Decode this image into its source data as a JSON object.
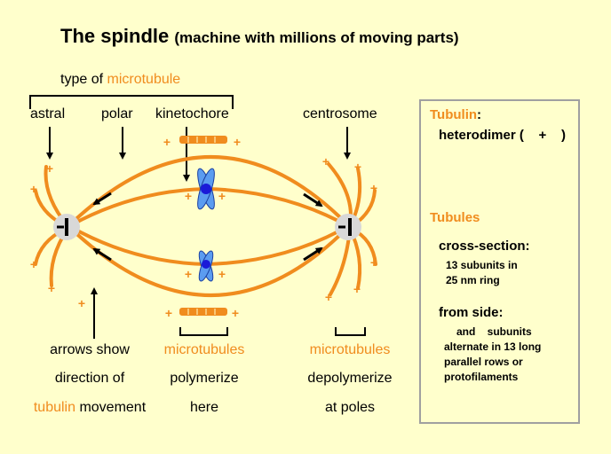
{
  "title": "The spindle",
  "subtitle": "(machine with millions of moving parts)",
  "type_label_prefix": "type of ",
  "type_label_highlight": "microtubule",
  "labels": {
    "astral": "astral",
    "polar": "polar",
    "kinetochore": "kinetochore",
    "centrosome": "centrosome"
  },
  "bottom": {
    "left_line1": "arrows show",
    "left_line2": "direction of",
    "left_line3_highlight": "tubulin",
    "left_line3_rest": " movement",
    "mid_line1": "microtubules",
    "mid_line2": "polymerize",
    "mid_line3": "here",
    "right_line1": "microtubules",
    "right_line2": "depolymerize",
    "right_line3": "at poles"
  },
  "panel": {
    "tubulin_heading": "Tubulin",
    "tubulin_colon": ":",
    "heterodimer": "heterodimer (    +    )",
    "tubules_heading": "Tubules",
    "cross_section": "cross-section",
    "cross_section_colon": ":",
    "cs_line1": "13 subunits in",
    "cs_line2": "25 nm ring",
    "from_side": "from side",
    "from_side_colon": ":",
    "fs_line1": "and    subunits",
    "fs_line2": "alternate in 13 long",
    "fs_line3": "parallel rows or",
    "fs_line4": "protofilaments"
  },
  "symbols": {
    "plus": "+",
    "minus": "−"
  },
  "colors": {
    "background": "#ffffcc",
    "microtubule": "#f08c1e",
    "chromosome": "#3a7bd5",
    "centromere": "#1a1ad8",
    "centrosome": "#d8d8d8",
    "panel_border": "#a0a0a0"
  }
}
